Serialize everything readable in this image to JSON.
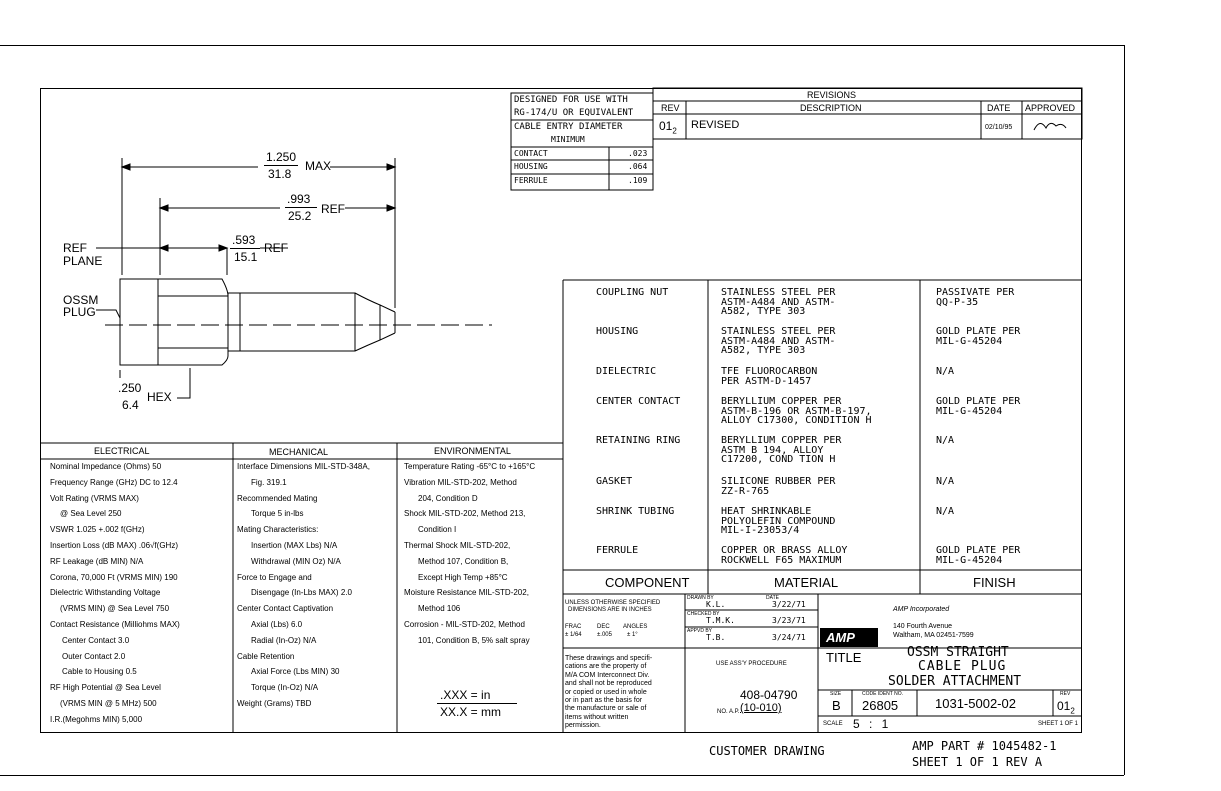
{
  "designed_for": {
    "line1": "DESIGNED FOR USE WITH",
    "line2": "RG-174/U OR EQUIVALENT",
    "entry_line1": "CABLE ENTRY DIAMETER",
    "entry_line2": "MINIMUM",
    "rows": [
      {
        "name": "CONTACT",
        "value": ".023"
      },
      {
        "name": "HOUSING",
        "value": ".064"
      },
      {
        "name": "FERRULE",
        "value": ".109"
      }
    ]
  },
  "revisions": {
    "title": "REVISIONS",
    "col_rev": "REV",
    "col_desc": "DESCRIPTION",
    "col_date": "DATE",
    "col_approved": "APPROVED",
    "row": {
      "rev": "01",
      "rev_sub": "2",
      "desc": "REVISED",
      "date": "02/10/95",
      "approved_sig": "JBD"
    }
  },
  "dims": {
    "d1_in": "1.250",
    "d1_mm": "31.8",
    "d1_note": "MAX",
    "d2_in": ".993",
    "d2_mm": "25.2",
    "d2_note": "REF",
    "d3_in": ".593",
    "d3_mm": "15.1",
    "d3_note": "REF",
    "hex_in": ".250",
    "hex_mm": "6.4",
    "hex_note": "HEX",
    "ref_plane_1": "REF",
    "ref_plane_2": "PLANE",
    "ossm_1": "OSSM",
    "ossm_2": "PLUG"
  },
  "materials": {
    "rows": [
      {
        "component": "COUPLING NUT",
        "material": [
          "STAINLESS STEEL PER",
          "ASTM-A484 AND ASTM-",
          "A582, TYPE 303"
        ],
        "finish": [
          "PASSIVATE PER",
          "QQ-P-35"
        ]
      },
      {
        "component": "HOUSING",
        "material": [
          "STAINLESS STEEL PER",
          "ASTM-A484 AND ASTM-",
          "A582, TYPE 303"
        ],
        "finish": [
          "GOLD PLATE PER",
          "MIL-G-45204"
        ]
      },
      {
        "component": "DIELECTRIC",
        "material": [
          "TFE FLUOROCARBON",
          "PER ASTM-D-1457"
        ],
        "finish": [
          "N/A"
        ]
      },
      {
        "component": "CENTER CONTACT",
        "material": [
          "BERYLLIUM COPPER PER",
          "ASTM-B-196 OR ASTM-B-197,",
          "ALLOY C17300, CONDITION H"
        ],
        "finish": [
          "GOLD PLATE PER",
          "MIL-G-45204"
        ]
      },
      {
        "component": "RETAINING RING",
        "material": [
          "BERYLLIUM COPPER PER",
          "ASTM B 194, ALLOY",
          "C17200, COND TION H"
        ],
        "finish": [
          "N/A"
        ]
      },
      {
        "component": "GASKET",
        "material": [
          "SILICONE RUBBER PER",
          "ZZ-R-765"
        ],
        "finish": [
          "N/A"
        ]
      },
      {
        "component": "SHRINK TUBING",
        "material": [
          "HEAT SHRINKABLE",
          "POLYOLEFIN COMPOUND",
          "MIL-I-23053/4"
        ],
        "finish": [
          "N/A"
        ]
      },
      {
        "component": "FERRULE",
        "material": [
          "COPPER OR BRASS ALLOY",
          "ROCKWELL F65 MAXIMUM"
        ],
        "finish": [
          "GOLD PLATE PER",
          "MIL-G-45204"
        ]
      }
    ],
    "h_component": "COMPONENT",
    "h_material": "MATERIAL",
    "h_finish": "FINISH"
  },
  "electrical": {
    "title": "ELECTRICAL",
    "lines": [
      "Nominal Impedance (Ohms) 50",
      "Frequency Range (GHz) DC to 12.4",
      "Volt Rating (VRMS MAX)",
      "@ Sea Level 250",
      "VSWR 1.025 +.002 f(GHz)",
      "Insertion Loss (dB MAX) .06√f(GHz)",
      "RF Leakage (dB MIN) N/A",
      "Corona, 70,000 Ft (VRMS MIN) 190",
      "Dielectric Withstanding Voltage",
      "(VRMS MIN) @ Sea Level 750",
      "Contact Resistance (Milliohms MAX)",
      "Center Contact 3.0",
      "Outer Contact 2.0",
      "Cable to Housing 0.5",
      "RF High Potential @ Sea Level",
      "(VRMS MIN @ 5 MHz) 500",
      "I.R.(Megohms MIN) 5,000"
    ]
  },
  "mechanical": {
    "title": "MECHANICAL",
    "lines": [
      "Interface Dimensions MIL-STD-348A,",
      "Fig. 319.1",
      "Recommended Mating",
      "Torque 5 in-lbs",
      "Mating Characteristics:",
      "Insertion (MAX Lbs) N/A",
      "Withdrawal (MIN Oz) N/A",
      "Force to Engage and",
      "Disengage (In-Lbs MAX) 2.0",
      "Center Contact Captivation",
      "Axial (Lbs) 6.0",
      "Radial (In-Oz) N/A",
      "Cable Retention",
      "Axial Force (Lbs MIN) 30",
      "Torque (In-Oz) N/A",
      "Weight (Grams) TBD"
    ],
    "units_1": ".XXX = in",
    "units_2": "XX.X = mm"
  },
  "environmental": {
    "title": "ENVIRONMENTAL",
    "lines": [
      "Temperature Rating -65°C to +165°C",
      "Vibration MIL-STD-202, Method",
      "204, Condition D",
      "Shock MIL-STD-202, Method 213,",
      "Condition I",
      "Thermal Shock MIL-STD-202,",
      "Method 107, Condition B,",
      "Except High Temp +85°C",
      "Moisture Resistance MIL-STD-202,",
      "Method 106",
      "Corrosion - MIL-STD-202, Method",
      "101, Condition B, 5% salt spray"
    ]
  },
  "title_block": {
    "unless_1": "UNLESS OTHERWISE SPECIFIED",
    "unless_2": "DIMENSIONS ARE IN INCHES",
    "frac": "FRAC",
    "dec": "DEC",
    "angles": "ANGLES",
    "frac_v": "± 1/64",
    "dec_v": "±.005",
    "angles_v": "± 1°",
    "drawn_by_label": "DRAWN BY",
    "date_label": "DATE",
    "drawn_by": "K.L.",
    "drawn_date": "3/22/71",
    "checked_label": "CHECKED BY",
    "checked_by": "T.M.K.",
    "checked_date": "3/23/71",
    "approved_label": "APPVD BY",
    "approved_by": "T.B.",
    "approved_date": "3/24/71",
    "company": "AMP Incorporated",
    "addr1": "140 Fourth Avenue",
    "addr2": "Waltham, MA 02451-7599",
    "logo": "AMP",
    "notice": [
      "These drawings and specifi-",
      "cations are the property of",
      "M/A COM Interconnect Div.",
      "and shall not be reproduced",
      "or copied or used in whole",
      "or in part as the basis for",
      "the manufacture or sale of",
      "items without written",
      "permission."
    ],
    "use_assy": "USE ASS'Y PROCEDURE",
    "proc_no": "408-04790",
    "proc_label": "NO. A.P.",
    "proc_val": "(10-010)",
    "title_label": "TITLE",
    "title_1": "OSSM STRAIGHT",
    "title_2": "CABLE PLUG",
    "title_3": "SOLDER ATTACHMENT",
    "size_label": "SIZE",
    "size": "B",
    "code_label": "CODE IDENT NO.",
    "code": "26805",
    "dwg_no": "1031-5002-02",
    "rev_label": "REV",
    "rev": "01",
    "rev_sub": "2",
    "scale_label": "SCALE",
    "scale": "5 : 1",
    "sheet": "SHEET 1 OF 1"
  },
  "footer": {
    "customer": "CUSTOMER DRAWING",
    "amp_part": "AMP PART # 1045482-1",
    "sheet_rev": "SHEET 1 OF 1 REV A"
  }
}
